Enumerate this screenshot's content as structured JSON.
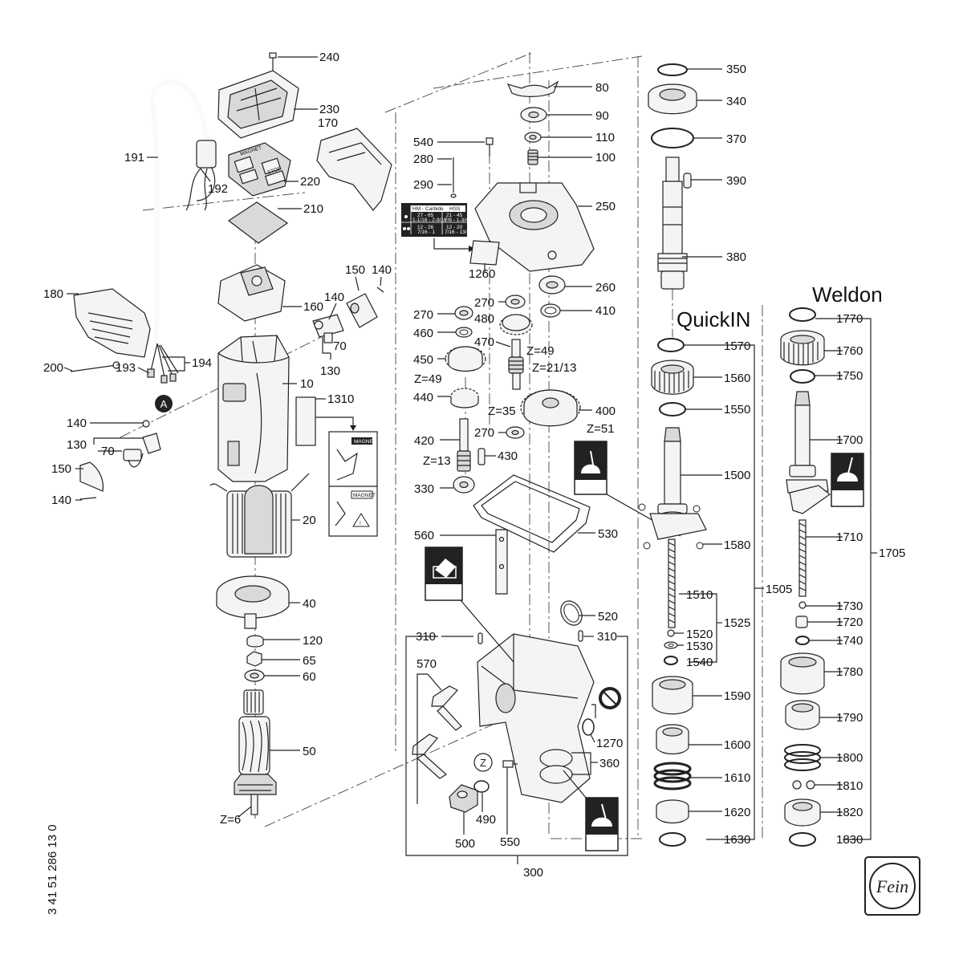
{
  "document_number": "3 41 51 286 13 0",
  "headings": {
    "quickin": "QuickIN",
    "weldon": "Weldon"
  },
  "logo_text": "Fein",
  "cutting_table": {
    "header": [
      "HM - Carbide",
      "HSS"
    ],
    "rows": [
      {
        "carbide": "27 - 65",
        "carbide_in": "1-1/16 - 2-9/16",
        "hss": "21 - 45",
        "hss_in": "7/8 - 1-3/4"
      },
      {
        "carbide": "12 - 26",
        "carbide_in": "7/16 - 1",
        "hss": "12 - 20",
        "hss_in": "7/16 - 13/16"
      }
    ]
  },
  "keypad_labels": {
    "magnet": "MAGNET",
    "stop": "STOP"
  },
  "warning_labels": [
    "MAGNET",
    "MAGNET"
  ],
  "marker_a": "A",
  "marker_z": "Z",
  "labels": {
    "p240": "240",
    "p230": "230",
    "p170": "170",
    "p191": "191",
    "p192": "192",
    "p220": "220",
    "p210": "210",
    "p180": "180",
    "p160": "160",
    "p150a": "150",
    "p140a": "140",
    "p140b": "140",
    "p70a": "70",
    "p130a": "130",
    "p200": "200",
    "p193": "193",
    "p194": "194",
    "p10": "10",
    "p1310": "1310",
    "p140c": "140",
    "p130b": "130",
    "p70b": "70",
    "p150b": "150",
    "p140d": "140",
    "p20": "20",
    "p40": "40",
    "p120": "120",
    "p65": "65",
    "p60": "60",
    "p50": "50",
    "z6": "Z=6",
    "p80": "80",
    "p90": "90",
    "p110": "110",
    "p100": "100",
    "p540": "540",
    "p280": "280",
    "p290": "290",
    "p250": "250",
    "p1260": "1260",
    "p260": "260",
    "p270a": "270",
    "p410": "410",
    "p270b": "270",
    "p480": "480",
    "p460": "460",
    "p470": "470",
    "z49a": "Z=49",
    "p450": "450",
    "z2113": "Z=21/13",
    "z49b": "Z=49",
    "p440": "440",
    "p400": "400",
    "z35": "Z=35",
    "z51": "Z=51",
    "p420": "420",
    "p270c": "270",
    "z13": "Z=13",
    "p430": "430",
    "p330": "330",
    "p560": "560",
    "p530": "530",
    "p520": "520",
    "p310a": "310",
    "p310b": "310",
    "p570": "570",
    "p1270": "1270",
    "p360": "360",
    "p490": "490",
    "p500": "500",
    "p550": "550",
    "p300": "300",
    "p350": "350",
    "p340": "340",
    "p370": "370",
    "p390": "390",
    "p380": "380",
    "p1570": "1570",
    "p1560": "1560",
    "p1550": "1550",
    "p1500": "1500",
    "p1580": "1580",
    "p1505": "1505",
    "p1510": "1510",
    "p1525": "1525",
    "p1520": "1520",
    "p1530": "1530",
    "p1540": "1540",
    "p1590": "1590",
    "p1600": "1600",
    "p1610": "1610",
    "p1620": "1620",
    "p1630": "1630",
    "p1770": "1770",
    "p1760": "1760",
    "p1750": "1750",
    "p1700": "1700",
    "p1710": "1710",
    "p1705": "1705",
    "p1730": "1730",
    "p1720": "1720",
    "p1740": "1740",
    "p1780": "1780",
    "p1790": "1790",
    "p1800": "1800",
    "p1810": "1810",
    "p1820": "1820",
    "p1830": "1830"
  }
}
